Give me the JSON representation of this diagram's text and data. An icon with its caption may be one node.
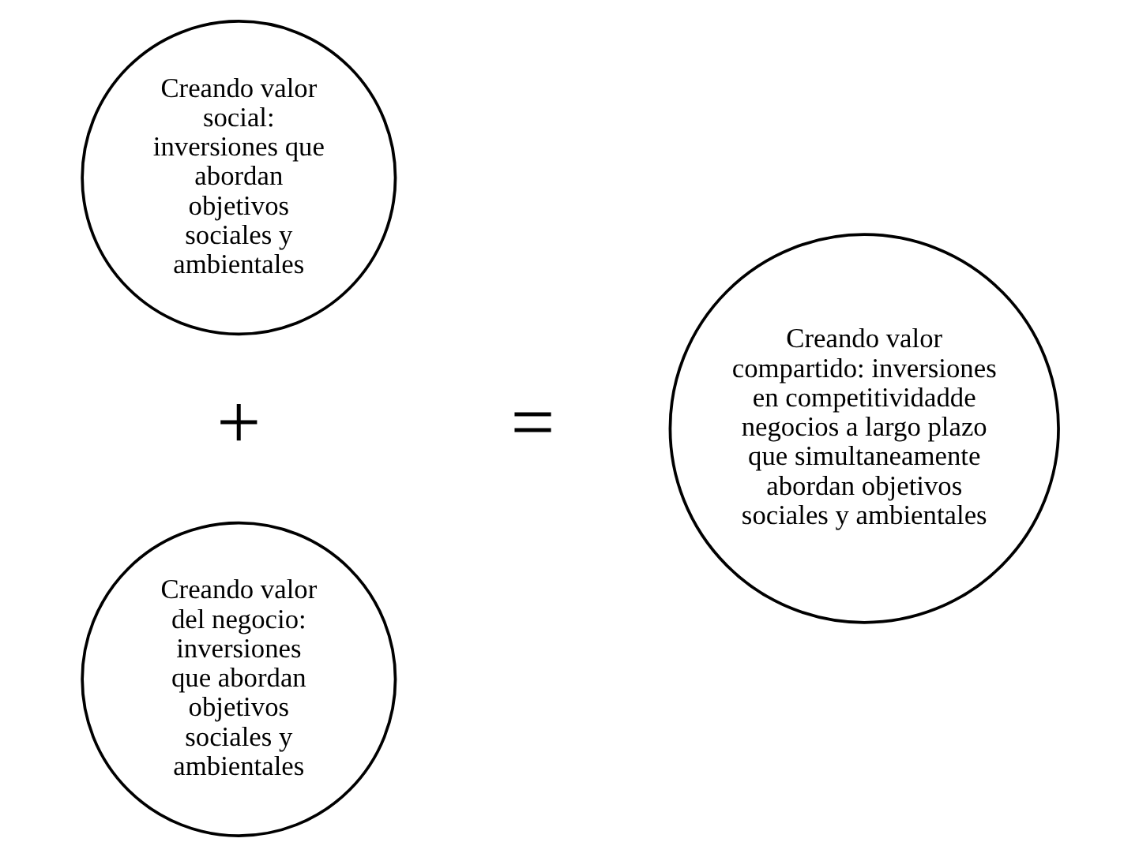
{
  "diagram": {
    "nodes": [
      {
        "text": [
          "Creando valor social: inversiones que abordan objetivos sociales y ambientales"
        ]
      },
      {
        "text": [
          "Creando valor del negocio: inversiones que abordan objetivos sociales y ambientales"
        ]
      },
      {
        "text": [
          "Creando valor compartido: inversiones en competitividadde negocios a largo plazo que simultaneamente abordan objetivos sociales y ambientales"
        ]
      }
    ],
    "labels": [
      "+",
      "="
    ]
  }
}
